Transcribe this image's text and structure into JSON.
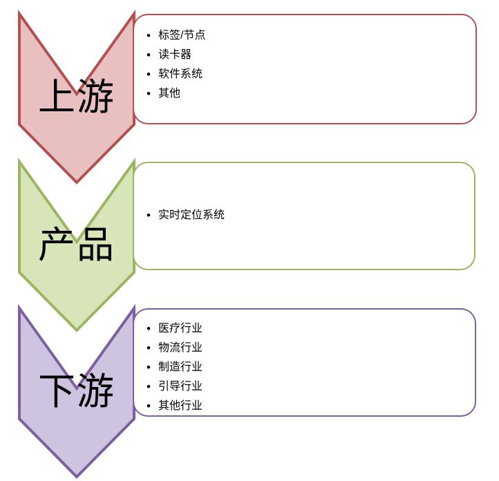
{
  "diagram": {
    "type": "industry-chain-chevron",
    "title": "",
    "background_color": "#ffffff",
    "stages": [
      {
        "key": "upstream",
        "label": "上游",
        "fill_color": "#e9c0c0",
        "stroke_color": "#b35050",
        "box_border_color": "#b35050",
        "box_fill_color": "#ffffff",
        "items": [
          "标签/节点",
          "读卡器",
          "软件系统",
          "其他"
        ]
      },
      {
        "key": "product",
        "label": "产品",
        "fill_color": "#d8e5b9",
        "stroke_color": "#9bb662",
        "box_border_color": "#9bb662",
        "box_fill_color": "#ffffff",
        "items": [
          "实时定位系统"
        ]
      },
      {
        "key": "downstream",
        "label": "下游",
        "fill_color": "#cec4df",
        "stroke_color": "#7b5fa0",
        "box_border_color": "#7b5fa0",
        "box_fill_color": "#ffffff",
        "items": [
          "医疗行业",
          "物流行业",
          "制造行业",
          "引导行业",
          "其他行业"
        ]
      }
    ]
  }
}
